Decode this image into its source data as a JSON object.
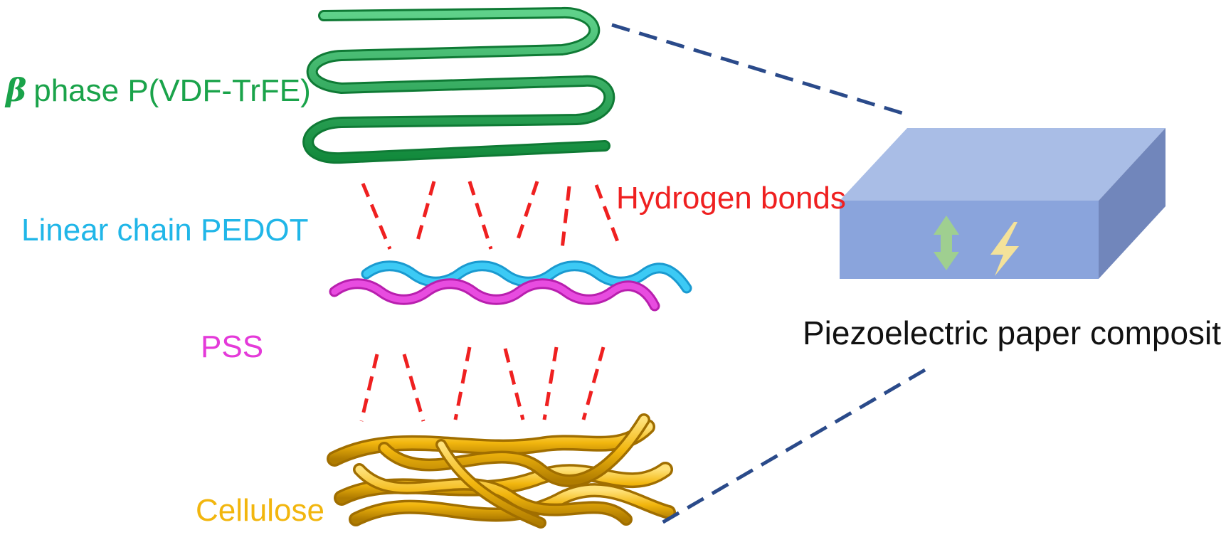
{
  "labels": {
    "beta_symbol": "β",
    "pvdf": "phase P(VDF-TrFE)",
    "pedot": "Linear chain PEDOT",
    "pss": "PSS",
    "cellulose": "Cellulose",
    "hydrogen_bonds": "Hydrogen bonds",
    "composite": "Piezoelectric paper composite"
  },
  "colors": {
    "pvdf_green": "#1aa34a",
    "pedot_cyan": "#20b6e8",
    "pss_magenta": "#e43ad9",
    "cellulose_gold": "#f2b60e",
    "hbond_red": "#ef2020",
    "box_blue": "#8aa4dc",
    "connector_navy": "#2a4a8a"
  },
  "icons": {
    "strain_arrow": "double-arrow-icon",
    "electricity": "lightning-icon"
  }
}
